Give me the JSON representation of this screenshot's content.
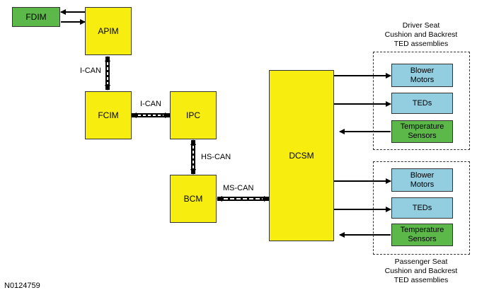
{
  "modules": {
    "fdim": "FDIM",
    "apim": "APIM",
    "fcim": "FCIM",
    "ipc": "IPC",
    "bcm": "BCM",
    "dcsm": "DCSM"
  },
  "buses": {
    "apim_fcim": "I-CAN",
    "fcim_ipc": "I-CAN",
    "ipc_bcm": "HS-CAN",
    "bcm_dcsm": "MS-CAN"
  },
  "driver": {
    "caption_l1": "Driver Seat",
    "caption_l2": "Cushion and Backrest",
    "caption_l3": "TED assemblies",
    "blower_l1": "Blower",
    "blower_l2": "Motors",
    "teds": "TEDs",
    "temp_l1": "Temperature",
    "temp_l2": "Sensors"
  },
  "passenger": {
    "caption_l1": "Passenger Seat",
    "caption_l2": "Cushion and Backrest",
    "caption_l3": "TED assemblies",
    "blower_l1": "Blower",
    "blower_l2": "Motors",
    "teds": "TEDs",
    "temp_l1": "Temperature",
    "temp_l2": "Sensors"
  },
  "figure_id": "N0124759",
  "colors": {
    "module_yellow": "#f7ee0f",
    "sensor_green": "#5db84a",
    "actuator_blue": "#92cde0"
  }
}
